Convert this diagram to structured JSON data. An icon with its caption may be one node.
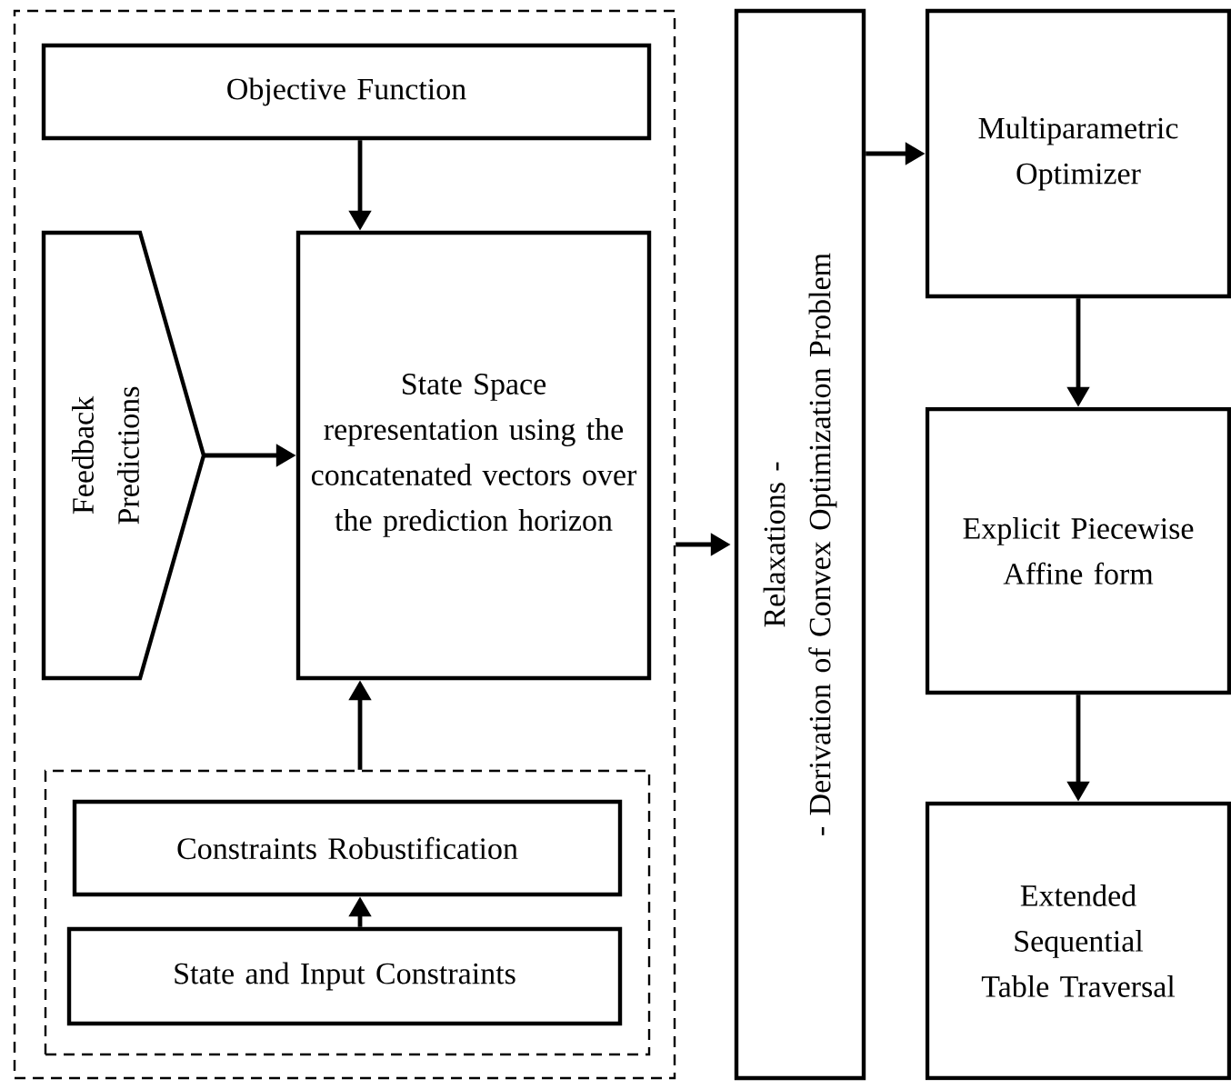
{
  "diagram": {
    "nodes": [
      {
        "text": [],
        "shape": "box"
      },
      {
        "text": [
          "Objective Function"
        ],
        "in": 0
      },
      {
        "text": [
          "Feedback Predictions"
        ],
        "in": 0
      },
      {
        "text": [
          "State Space representation using the concatenated vectors over the prediction horizon"
        ],
        "in": 0
      },
      {
        "text": [],
        "shape": "box",
        "in": 0
      },
      {
        "text": [
          "Constraints Robustification"
        ],
        "in": 4
      },
      {
        "text": [
          "State and Input Constraints"
        ],
        "in": 4
      },
      {
        "text": [
          "Relaxations -",
          "- Derivation of Convex Optimization Problem"
        ]
      },
      {
        "text": [
          "Multiparametric Optimizer"
        ]
      },
      {
        "text": [
          "Explicit Piecewise Affine form"
        ]
      },
      {
        "text": [
          "Extended Sequential Table Traversal"
        ]
      }
    ],
    "edges": [
      {
        "from": 1,
        "to": 3,
        "arrow": "to"
      },
      {
        "from": 2,
        "to": 3,
        "arrow": "to"
      },
      {
        "from": 4,
        "to": 3,
        "arrow": "to"
      },
      {
        "from": 6,
        "to": 5,
        "arrow": "to"
      },
      {
        "from": 0,
        "to": 7,
        "arrow": "to"
      },
      {
        "from": 7,
        "to": 8,
        "arrow": "to"
      },
      {
        "from": 8,
        "to": 9,
        "arrow": "to"
      },
      {
        "from": 9,
        "to": 10,
        "arrow": "to"
      }
    ]
  }
}
